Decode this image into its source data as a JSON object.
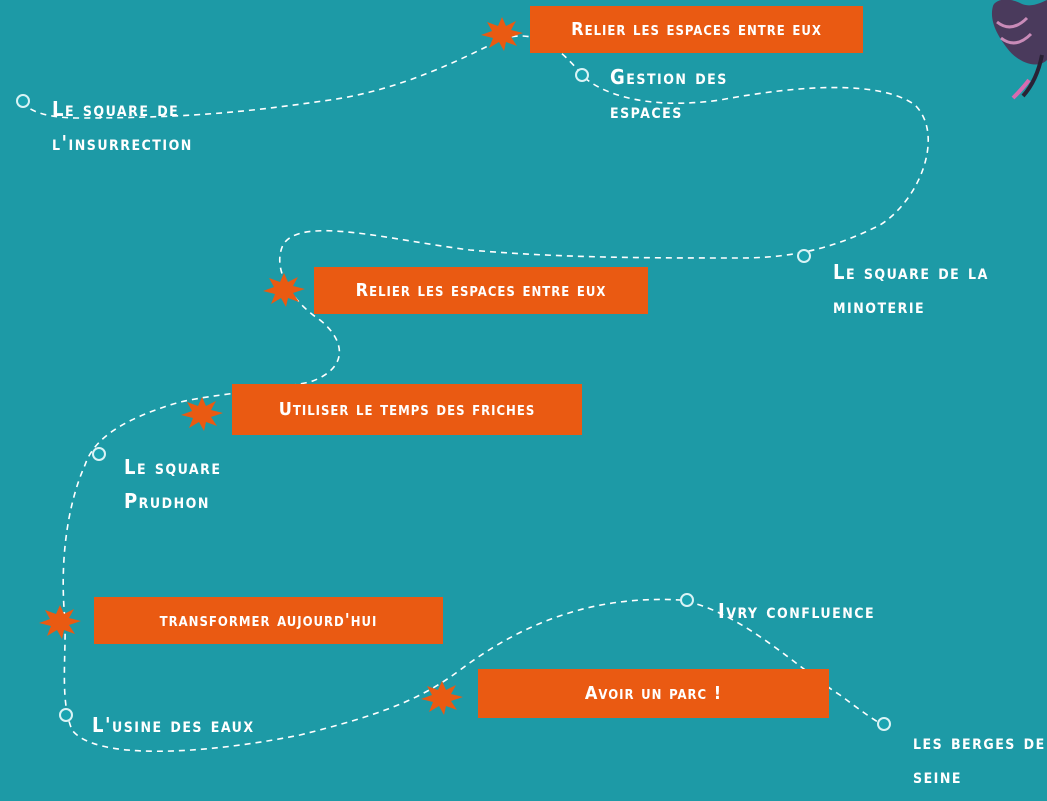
{
  "colors": {
    "background": "#1d9aa6",
    "action": "#ea5a12",
    "text": "#ffffff",
    "route": "#ffffff"
  },
  "places": {
    "insurrection": "Le square de l'insurrection",
    "gestion": "Gestion des espaces",
    "minoterie": "Le square de la minoterie",
    "prudhon": "Le square Prudhon",
    "usine": "L'usine des eaux",
    "ivry": "Ivry confluence",
    "berges": "les berges de seine"
  },
  "actions": {
    "relier_1": "Relier les espaces entre eux",
    "relier_2": "Relier les espaces entre eux",
    "friches": "Utiliser le temps des friches",
    "transformer": "transformer aujourd'hui",
    "parc": "Avoir un parc !"
  },
  "icons": {
    "burst": "starburst-icon",
    "decoration": "moth-icon"
  }
}
